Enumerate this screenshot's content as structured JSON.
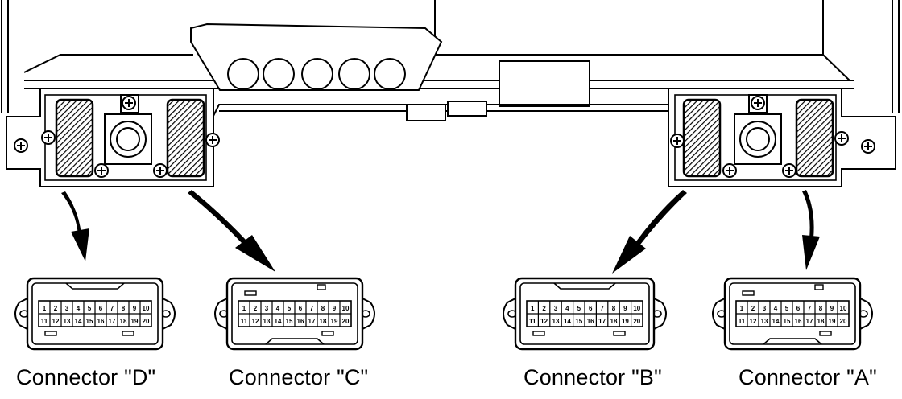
{
  "connectors": [
    {
      "id": "D",
      "label": "Connector \"D\""
    },
    {
      "id": "C",
      "label": "Connector \"C\""
    },
    {
      "id": "B",
      "label": "Connector \"B\""
    },
    {
      "id": "A",
      "label": "Connector \"A\""
    }
  ],
  "pins": {
    "top_row": [
      "1",
      "2",
      "3",
      "4",
      "5",
      "6",
      "7",
      "8",
      "9",
      "10"
    ],
    "bottom_row": [
      "11",
      "12",
      "13",
      "14",
      "15",
      "16",
      "17",
      "18",
      "19",
      "20"
    ]
  },
  "colors": {
    "line": "#000000",
    "background": "#ffffff"
  }
}
